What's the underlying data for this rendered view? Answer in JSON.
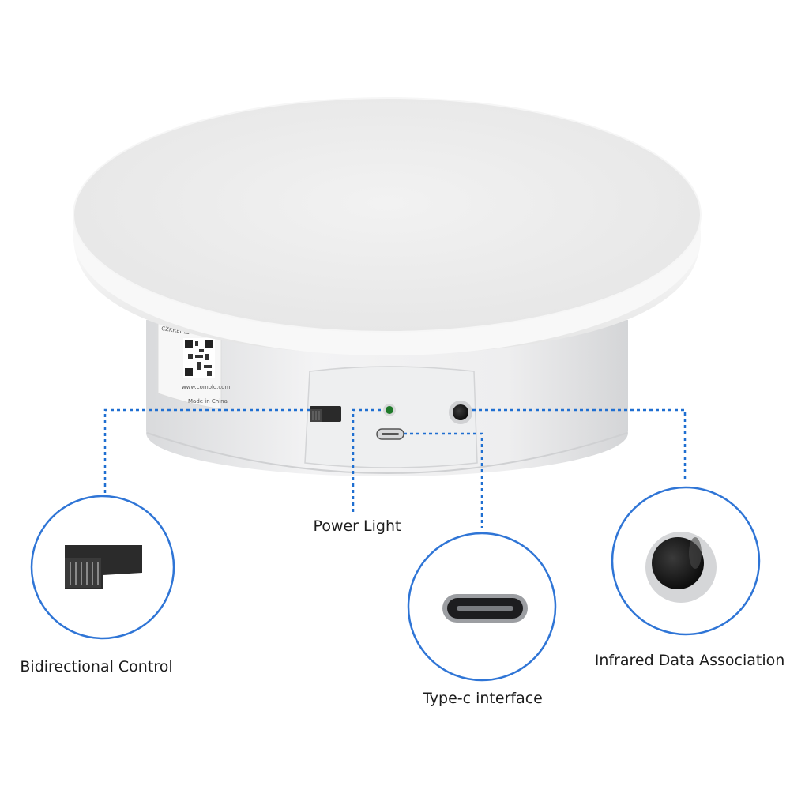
{
  "colors": {
    "callout_line": "#1f6fd1",
    "callout_ring": "#2f75d6",
    "device_white": "#ffffff",
    "platter_top": "#eeeeee",
    "body_gray": "#e9e9ea",
    "led_green": "#1f7a2a"
  },
  "device": {
    "label_text": [
      "CZKREL15",
      "www.comolo.com",
      "Made in China"
    ]
  },
  "callouts": [
    {
      "id": "bidirectional-control",
      "label": "Bidirectional Control",
      "icon": "slide-switch-icon"
    },
    {
      "id": "power-light",
      "label": "Power Light",
      "icon": "led-indicator-icon"
    },
    {
      "id": "type-c-interface",
      "label": "Type-c interface",
      "icon": "usb-c-port-icon"
    },
    {
      "id": "infrared-data-association",
      "label": "Infrared Data Association",
      "icon": "infrared-receiver-icon"
    }
  ]
}
